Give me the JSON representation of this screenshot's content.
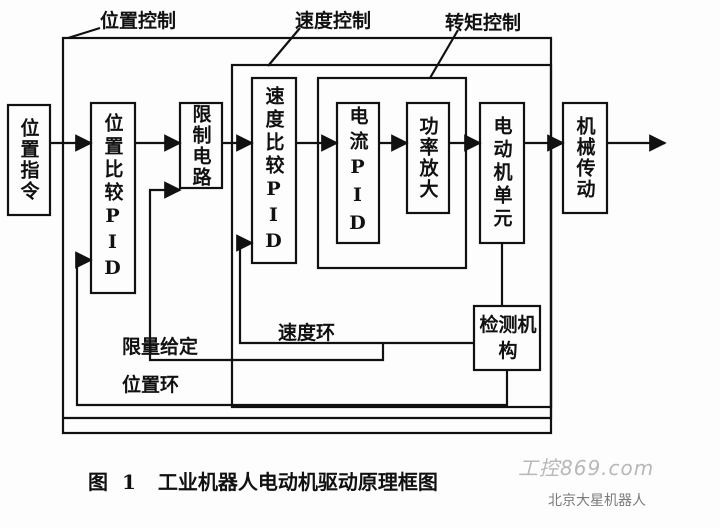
{
  "blocks": {
    "position_command": "位置指令",
    "position_compare_pid": "位置比较PID",
    "limit_circuit": "限制电路",
    "speed_compare_pid": "速度比较PID",
    "current_pid": "电流PID",
    "power_amplifier": "功率放大",
    "motor_unit": "电动机单元",
    "mechanical_transmission": "机械传动",
    "detection_mechanism": "检测机构"
  },
  "labels": {
    "position_control": "位置控制",
    "speed_control": "速度控制",
    "torque_control": "转矩控制",
    "speed_loop": "速度环",
    "limit_setpoint": "限量给定",
    "position_loop": "位置环"
  },
  "caption": {
    "figure": "图",
    "number": "1",
    "title": "工业机器人电动机驱动原理框图"
  },
  "watermark": {
    "logo": "工控869.com",
    "source": "北京大星机器人"
  }
}
